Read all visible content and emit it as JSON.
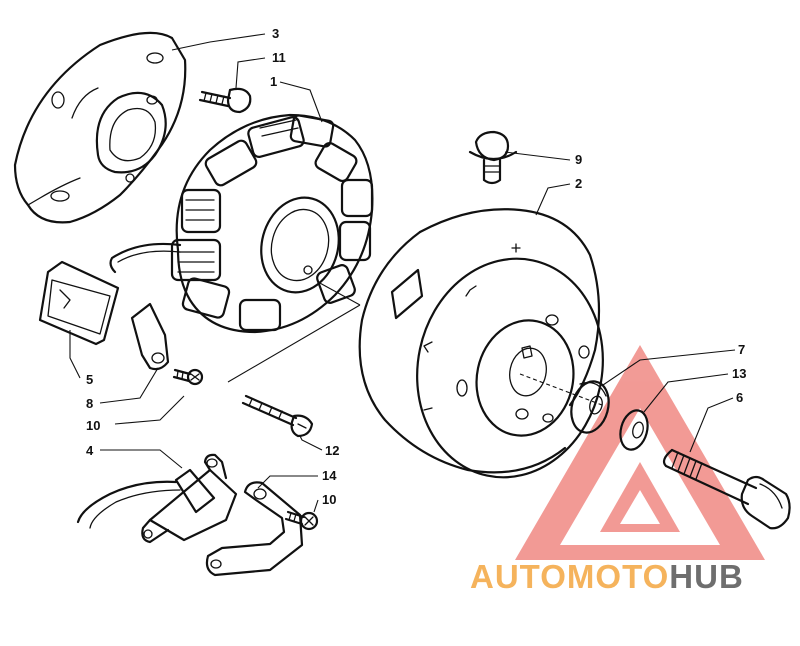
{
  "callouts": {
    "c1": "1",
    "c2": "2",
    "c3": "3",
    "c4": "4",
    "c5": "5",
    "c6": "6",
    "c7": "7",
    "c8": "8",
    "c9": "9",
    "c10a": "10",
    "c10b": "10",
    "c11": "11",
    "c12": "12",
    "c13": "13",
    "c14": "14"
  },
  "watermark": {
    "part1": "AUTO",
    "part2": "MOTO",
    "part3": "HUB",
    "color_orange": "#f4a640",
    "color_gray": "#555555",
    "color_triangle": "#e8483f"
  }
}
